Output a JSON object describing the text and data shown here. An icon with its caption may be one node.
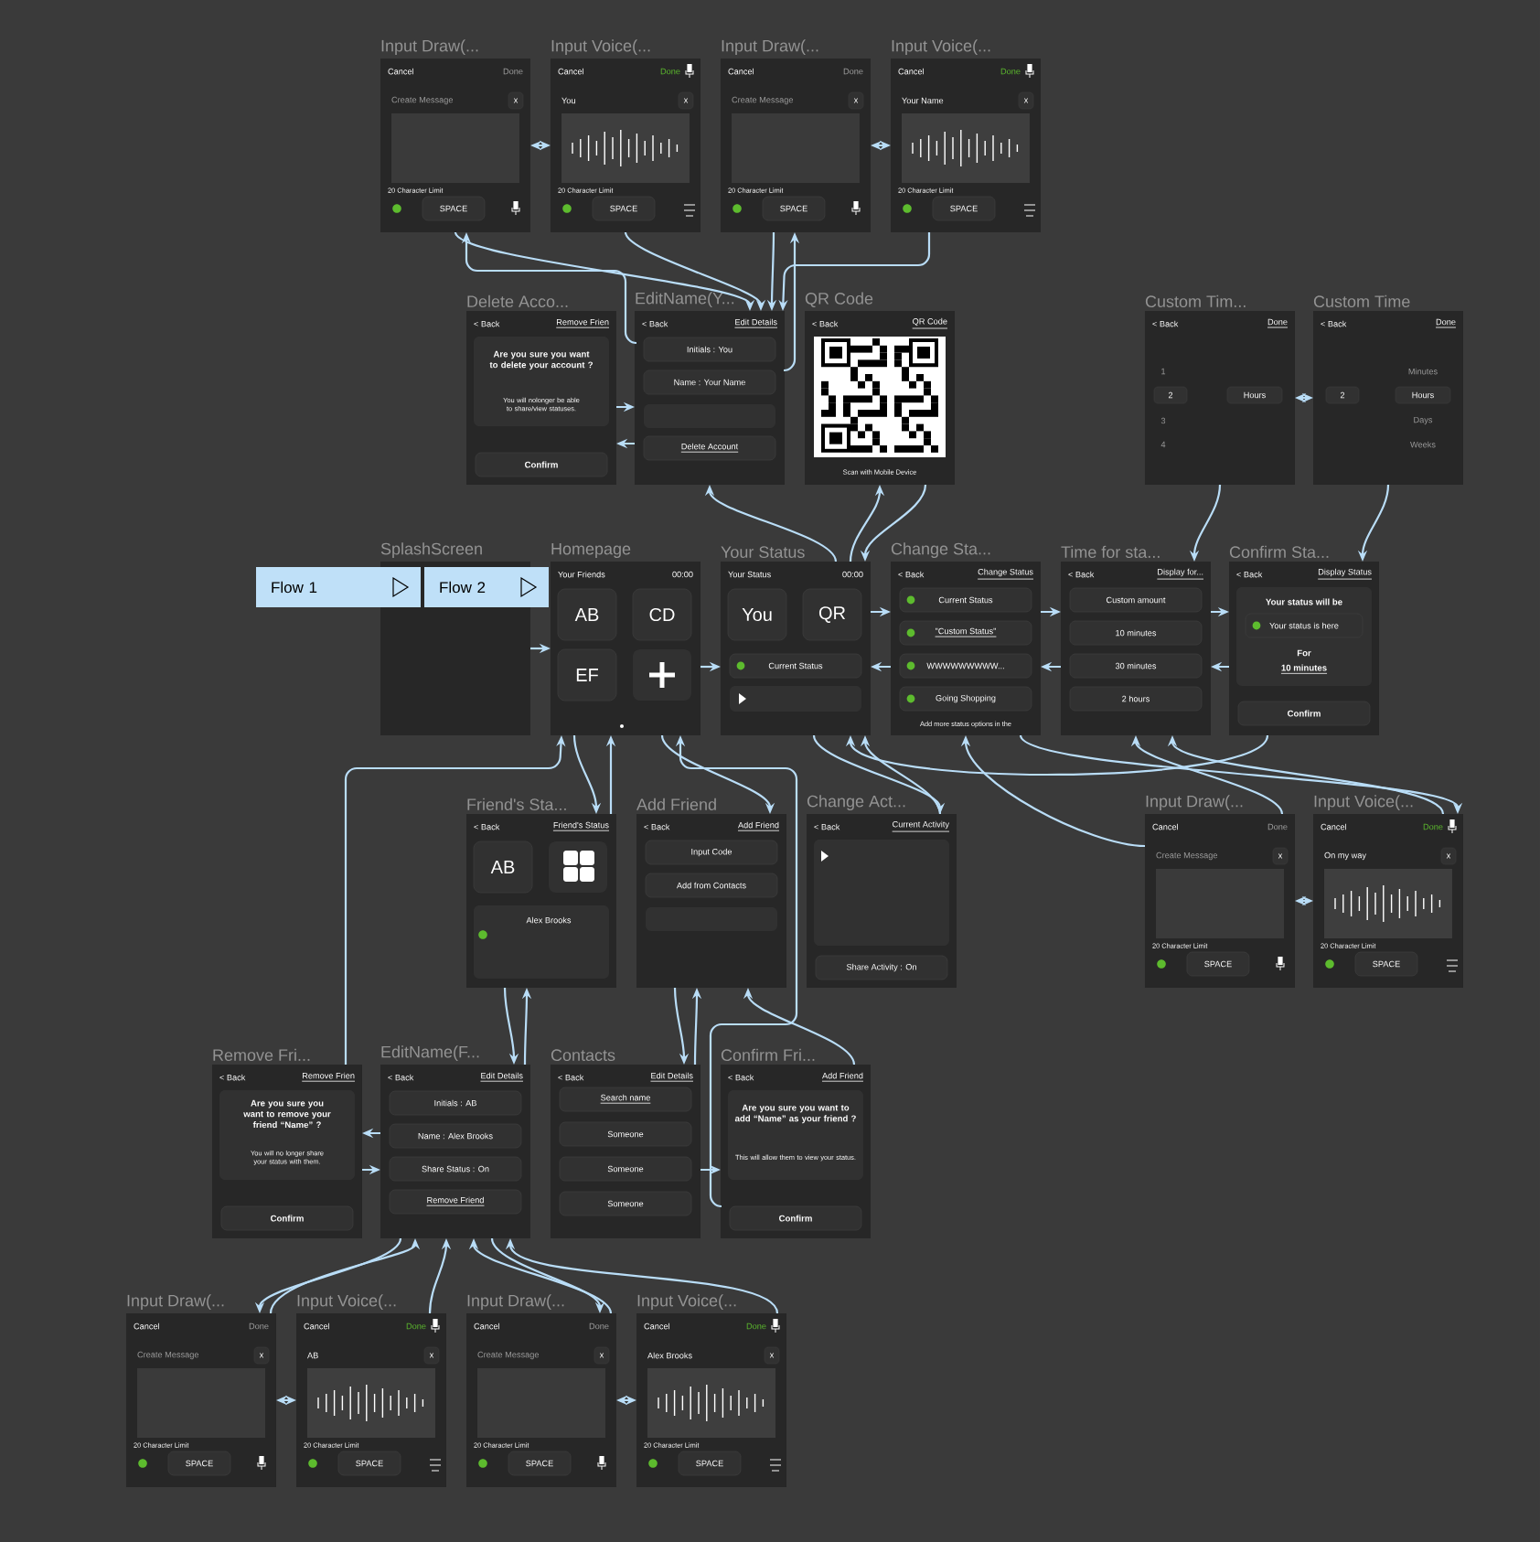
{
  "diagram": {
    "nodes": [
      {
        "text": [
          "Input Draw(...",
          "Cancel",
          "Done",
          "Create Message",
          "x",
          "20 Character Limit",
          "SPACE"
        ]
      },
      {
        "text": [
          "Input Voice(...",
          "Cancel",
          "Done",
          "You",
          "x",
          "20 Character Limit",
          "SPACE"
        ]
      },
      {
        "text": [
          "Input Draw(...",
          "Cancel",
          "Done",
          "Create Message",
          "x",
          "20 Character Limit",
          "SPACE"
        ]
      },
      {
        "text": [
          "Input Voice(...",
          "Cancel",
          "Done",
          "Your Name",
          "x",
          "20 Character Limit",
          "SPACE"
        ]
      },
      {
        "text": [
          "Delete Acco...",
          "< Back",
          "Remove Frien",
          "Are you sure you want to delete your account ?",
          "You will nolonger be able to share/view statuses.",
          "Confirm"
        ]
      },
      {
        "text": [
          "EditName(Y...",
          "< Back",
          "Edit Details",
          "Initials : You",
          "Name : Your Name",
          "Delete Account"
        ]
      },
      {
        "text": [
          "QR Code",
          "< Back",
          "QR Code",
          "Scan with Mobile Device"
        ]
      },
      {
        "text": [
          "Custom Tim...",
          "< Back",
          "Done",
          "1",
          "2",
          "Hours",
          "3",
          "4"
        ]
      },
      {
        "text": [
          "Custom Time",
          "< Back",
          "Done",
          "2",
          "Minutes",
          "Hours",
          "Days",
          "Weeks"
        ]
      },
      {
        "text": [
          "Flow 1"
        ]
      },
      {
        "text": [
          "Flow 2"
        ]
      },
      {
        "text": [
          "SplashScreen"
        ]
      },
      {
        "text": [
          "Homepage",
          "Your Friends",
          "00:00",
          "AB",
          "CD",
          "EF"
        ]
      },
      {
        "text": [
          "Your Status",
          "Your Status",
          "00:00",
          "You",
          "QR",
          "Current Status"
        ]
      },
      {
        "text": [
          "Change Sta...",
          "< Back",
          "Change Status",
          "Current Status",
          "\"Custom Status\"",
          "WWWWWWWWW...",
          "Going Shopping",
          "Add more status options in the"
        ]
      },
      {
        "text": [
          "Time for sta...",
          "< Back",
          "Display for...",
          "Custom amount",
          "10 minutes",
          "30 minutes",
          "2 hours"
        ]
      },
      {
        "text": [
          "Confirm Sta...",
          "< Back",
          "Display Status",
          "Your status will be",
          "Your status is here",
          "For",
          "10 minutes",
          "Confirm"
        ]
      },
      {
        "text": [
          "Friend's Sta...",
          "< Back",
          "Friend's Status",
          "AB",
          "Alex Brooks"
        ]
      },
      {
        "text": [
          "Add Friend",
          "< Back",
          "Add Friend",
          "Input Code",
          "Add from Contacts"
        ]
      },
      {
        "text": [
          "Change Act...",
          "< Back",
          "Current Activity",
          "Share Activity : On"
        ]
      },
      {
        "text": [
          "Input Draw(...",
          "Cancel",
          "Done",
          "Create Message",
          "x",
          "20 Character Limit",
          "SPACE"
        ]
      },
      {
        "text": [
          "Input Voice(...",
          "Cancel",
          "Done",
          "On my way",
          "x",
          "20 Character Limit",
          "SPACE"
        ]
      },
      {
        "text": [
          "Remove Fri...",
          "< Back",
          "Remove Frien",
          "Are you sure you want to remove your friend “Name” ?",
          "You will no longer share your status with them.",
          "Confirm"
        ]
      },
      {
        "text": [
          "EditName(F...",
          "< Back",
          "Edit Details",
          "Initials : AB",
          "Name : Alex Brooks",
          "Share Status : On",
          "Remove Friend"
        ]
      },
      {
        "text": [
          "Contacts",
          "< Back",
          "Edit Details",
          "Search name",
          "Someone",
          "Someone",
          "Someone"
        ]
      },
      {
        "text": [
          "Confirm Fri...",
          "< Back",
          "Add Friend",
          "Are you sure you want to add “Name” as your friend ?",
          "This will allow them to view your status.",
          "Confirm"
        ]
      },
      {
        "text": [
          "Input Draw(...",
          "Cancel",
          "Done",
          "Create Message",
          "x",
          "20 Character Limit",
          "SPACE"
        ]
      },
      {
        "text": [
          "Input Voice(...",
          "Cancel",
          "Done",
          "AB",
          "x",
          "20 Character Limit",
          "SPACE"
        ]
      },
      {
        "text": [
          "Input Draw(...",
          "Cancel",
          "Done",
          "Create Message",
          "x",
          "20 Character Limit",
          "SPACE"
        ]
      },
      {
        "text": [
          "Input Voice(...",
          "Cancel",
          "Done",
          "Alex Brooks",
          "x",
          "20 Character Limit",
          "SPACE"
        ]
      }
    ],
    "edges": [
      {
        "from": 11,
        "to": 12,
        "arrow": "to"
      },
      {
        "from": 12,
        "to": 13,
        "arrow": "to"
      },
      {
        "from": 12,
        "to": 17,
        "arrow": "to"
      },
      {
        "from": 12,
        "to": 18,
        "arrow": "to"
      },
      {
        "from": 17,
        "to": 12,
        "arrow": "to"
      },
      {
        "from": 13,
        "to": 5,
        "arrow": "to"
      },
      {
        "from": 13,
        "to": 6,
        "arrow": "to"
      },
      {
        "from": 13,
        "to": 14,
        "arrow": "to"
      },
      {
        "from": 13,
        "to": 19,
        "arrow": "to"
      },
      {
        "from": 0,
        "to": 5,
        "arrow": "to"
      },
      {
        "from": 1,
        "to": 5,
        "arrow": "to"
      },
      {
        "from": 2,
        "to": 5,
        "arrow": "to"
      },
      {
        "from": 3,
        "to": 5,
        "arrow": "to"
      },
      {
        "from": 5,
        "to": 0,
        "arrow": "to"
      },
      {
        "from": 5,
        "to": 2,
        "arrow": "to"
      },
      {
        "from": 0,
        "to": 1,
        "arrow": "both"
      },
      {
        "from": 2,
        "to": 3,
        "arrow": "both"
      },
      {
        "from": 5,
        "to": 4,
        "arrow": "to"
      },
      {
        "from": 4,
        "to": 5,
        "arrow": "to"
      },
      {
        "from": 6,
        "to": 13,
        "arrow": "to"
      },
      {
        "from": 14,
        "to": 13,
        "arrow": "to"
      },
      {
        "from": 14,
        "to": 15,
        "arrow": "to"
      },
      {
        "from": 14,
        "to": 21,
        "arrow": "to"
      },
      {
        "from": 20,
        "to": 14,
        "arrow": "to"
      },
      {
        "from": 20,
        "to": 15,
        "arrow": "to"
      },
      {
        "from": 21,
        "to": 15,
        "arrow": "to"
      },
      {
        "from": 20,
        "to": 21,
        "arrow": "both"
      },
      {
        "from": 15,
        "to": 14,
        "arrow": "to"
      },
      {
        "from": 15,
        "to": 16,
        "arrow": "to"
      },
      {
        "from": 7,
        "to": 15,
        "arrow": "to"
      },
      {
        "from": 8,
        "to": 16,
        "arrow": "to"
      },
      {
        "from": 7,
        "to": 8,
        "arrow": "both"
      },
      {
        "from": 16,
        "to": 15,
        "arrow": "to"
      },
      {
        "from": 16,
        "to": 13,
        "arrow": "to"
      },
      {
        "from": 17,
        "to": 23,
        "arrow": "to"
      },
      {
        "from": 23,
        "to": 17,
        "arrow": "to"
      },
      {
        "from": 18,
        "to": 24,
        "arrow": "to"
      },
      {
        "from": 24,
        "to": 18,
        "arrow": "to"
      },
      {
        "from": 25,
        "to": 18,
        "arrow": "to"
      },
      {
        "from": 19,
        "to": 13,
        "arrow": "to"
      },
      {
        "from": 24,
        "to": 25,
        "arrow": "to"
      },
      {
        "from": 25,
        "to": 12,
        "arrow": "to"
      },
      {
        "from": 23,
        "to": 22,
        "arrow": "to"
      },
      {
        "from": 22,
        "to": 23,
        "arrow": "to"
      },
      {
        "from": 22,
        "to": 12,
        "arrow": "to"
      },
      {
        "from": 23,
        "to": 26,
        "arrow": "to"
      },
      {
        "from": 23,
        "to": 28,
        "arrow": "to"
      },
      {
        "from": 26,
        "to": 23,
        "arrow": "to"
      },
      {
        "from": 27,
        "to": 23,
        "arrow": "to"
      },
      {
        "from": 28,
        "to": 23,
        "arrow": "to"
      },
      {
        "from": 29,
        "to": 23,
        "arrow": "to"
      },
      {
        "from": 26,
        "to": 27,
        "arrow": "both"
      },
      {
        "from": 28,
        "to": 29,
        "arrow": "both"
      }
    ]
  }
}
